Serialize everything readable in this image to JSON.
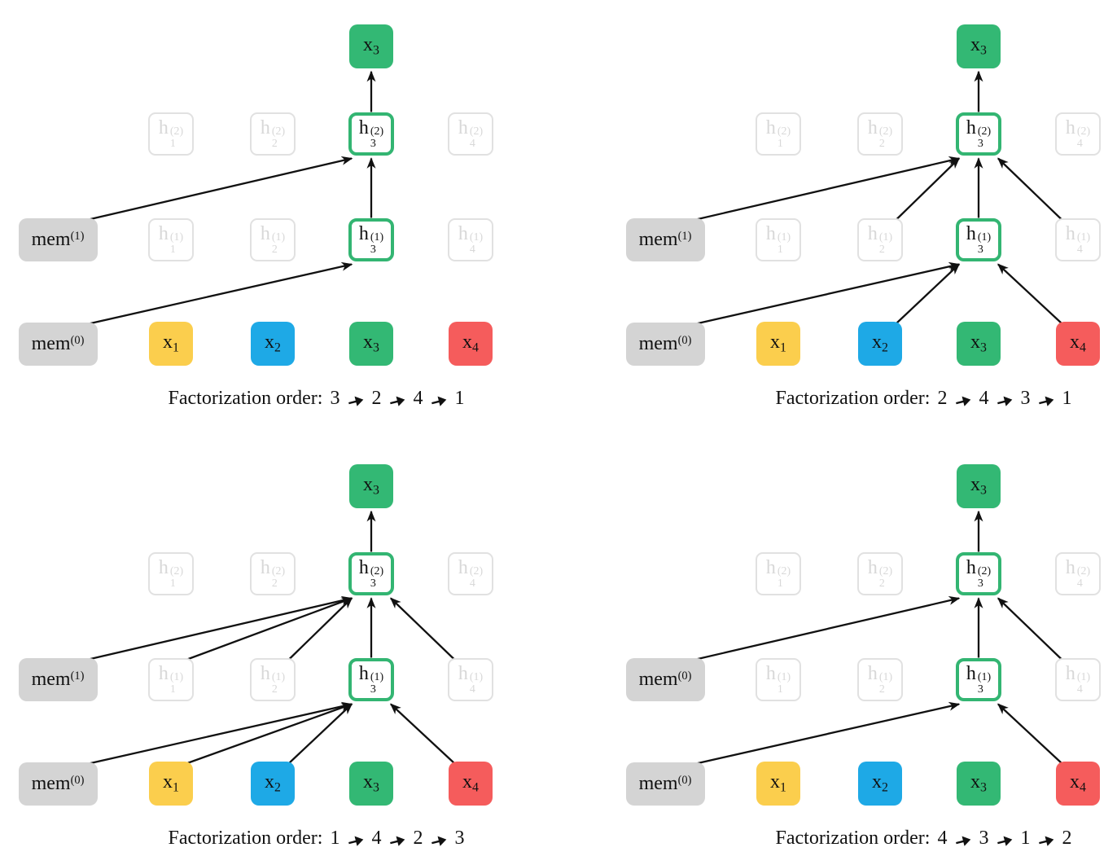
{
  "figure": {
    "background": "#ffffff",
    "colors": {
      "token_yellow": "#FBCE4D",
      "token_blue": "#1EA9E6",
      "token_green": "#33B874",
      "token_red": "#F55C5C",
      "memory_gray": "#D4D4D4",
      "ghost_border": "#E1E1E1",
      "ghost_text": "#D8D8D8",
      "active_border": "#33B572",
      "arrow_black": "#111111"
    },
    "icons": {
      "caption_arrow": "right-arrow"
    },
    "caption_prefix": "Factorization order:",
    "panels": [
      {
        "id": "top-left",
        "position": "top-left",
        "factorization_order": [
          "3",
          "2",
          "4",
          "1"
        ],
        "nodes": [
          {
            "id": "out",
            "row": "out",
            "col": "c3",
            "style": "token",
            "color": "token_green",
            "label": {
              "base": "x",
              "sub": "3"
            }
          },
          {
            "id": "h2_1",
            "row": "h2",
            "col": "c1",
            "style": "ghost",
            "label": {
              "base": "h",
              "sub": "1",
              "sup": "(2)"
            }
          },
          {
            "id": "h2_2",
            "row": "h2",
            "col": "c2",
            "style": "ghost",
            "label": {
              "base": "h",
              "sub": "2",
              "sup": "(2)"
            }
          },
          {
            "id": "h2_3",
            "row": "h2",
            "col": "c3",
            "style": "active",
            "label": {
              "base": "h",
              "sub": "3",
              "sup": "(2)"
            }
          },
          {
            "id": "h2_4",
            "row": "h2",
            "col": "c4",
            "style": "ghost",
            "label": {
              "base": "h",
              "sub": "4",
              "sup": "(2)"
            }
          },
          {
            "id": "mem1",
            "row": "h1",
            "col": "mem",
            "style": "mem",
            "label": {
              "base": "mem",
              "sup": "(1)"
            }
          },
          {
            "id": "h1_1",
            "row": "h1",
            "col": "c1",
            "style": "ghost",
            "label": {
              "base": "h",
              "sub": "1",
              "sup": "(1)"
            }
          },
          {
            "id": "h1_2",
            "row": "h1",
            "col": "c2",
            "style": "ghost",
            "label": {
              "base": "h",
              "sub": "2",
              "sup": "(1)"
            }
          },
          {
            "id": "h1_3",
            "row": "h1",
            "col": "c3",
            "style": "active",
            "label": {
              "base": "h",
              "sub": "3",
              "sup": "(1)"
            }
          },
          {
            "id": "h1_4",
            "row": "h1",
            "col": "c4",
            "style": "ghost",
            "label": {
              "base": "h",
              "sub": "4",
              "sup": "(1)"
            }
          },
          {
            "id": "mem0",
            "row": "x",
            "col": "mem",
            "style": "mem",
            "label": {
              "base": "mem",
              "sup": "(0)"
            }
          },
          {
            "id": "x1",
            "row": "x",
            "col": "c1",
            "style": "token",
            "color": "token_yellow",
            "label": {
              "base": "x",
              "sub": "1"
            }
          },
          {
            "id": "x2",
            "row": "x",
            "col": "c2",
            "style": "token",
            "color": "token_blue",
            "label": {
              "base": "x",
              "sub": "2"
            }
          },
          {
            "id": "x3",
            "row": "x",
            "col": "c3",
            "style": "token",
            "color": "token_green",
            "label": {
              "base": "x",
              "sub": "3"
            }
          },
          {
            "id": "x4",
            "row": "x",
            "col": "c4",
            "style": "token",
            "color": "token_red",
            "label": {
              "base": "x",
              "sub": "4"
            }
          }
        ],
        "edges": [
          {
            "from": "mem1",
            "to": "h2_3"
          },
          {
            "from": "h1_3",
            "to": "h2_3"
          },
          {
            "from": "mem0",
            "to": "h1_3"
          },
          {
            "from": "h2_3",
            "to": "out"
          }
        ]
      },
      {
        "id": "top-right",
        "position": "top-right",
        "factorization_order": [
          "2",
          "4",
          "3",
          "1"
        ],
        "nodes": [
          {
            "id": "out",
            "row": "out",
            "col": "c3",
            "style": "token",
            "color": "token_green",
            "label": {
              "base": "x",
              "sub": "3"
            }
          },
          {
            "id": "h2_1",
            "row": "h2",
            "col": "c1",
            "style": "ghost",
            "label": {
              "base": "h",
              "sub": "1",
              "sup": "(2)"
            }
          },
          {
            "id": "h2_2",
            "row": "h2",
            "col": "c2",
            "style": "ghost",
            "label": {
              "base": "h",
              "sub": "2",
              "sup": "(2)"
            }
          },
          {
            "id": "h2_3",
            "row": "h2",
            "col": "c3",
            "style": "active",
            "label": {
              "base": "h",
              "sub": "3",
              "sup": "(2)"
            }
          },
          {
            "id": "h2_4",
            "row": "h2",
            "col": "c4",
            "style": "ghost",
            "label": {
              "base": "h",
              "sub": "4",
              "sup": "(2)"
            }
          },
          {
            "id": "mem1",
            "row": "h1",
            "col": "mem",
            "style": "mem",
            "label": {
              "base": "mem",
              "sup": "(1)"
            }
          },
          {
            "id": "h1_1",
            "row": "h1",
            "col": "c1",
            "style": "ghost",
            "label": {
              "base": "h",
              "sub": "1",
              "sup": "(1)"
            }
          },
          {
            "id": "h1_2",
            "row": "h1",
            "col": "c2",
            "style": "ghost",
            "label": {
              "base": "h",
              "sub": "2",
              "sup": "(1)"
            }
          },
          {
            "id": "h1_3",
            "row": "h1",
            "col": "c3",
            "style": "active",
            "label": {
              "base": "h",
              "sub": "3",
              "sup": "(1)"
            }
          },
          {
            "id": "h1_4",
            "row": "h1",
            "col": "c4",
            "style": "ghost",
            "label": {
              "base": "h",
              "sub": "4",
              "sup": "(1)"
            }
          },
          {
            "id": "mem0",
            "row": "x",
            "col": "mem",
            "style": "mem",
            "label": {
              "base": "mem",
              "sup": "(0)"
            }
          },
          {
            "id": "x1",
            "row": "x",
            "col": "c1",
            "style": "token",
            "color": "token_yellow",
            "label": {
              "base": "x",
              "sub": "1"
            }
          },
          {
            "id": "x2",
            "row": "x",
            "col": "c2",
            "style": "token",
            "color": "token_blue",
            "label": {
              "base": "x",
              "sub": "2"
            }
          },
          {
            "id": "x3",
            "row": "x",
            "col": "c3",
            "style": "token",
            "color": "token_green",
            "label": {
              "base": "x",
              "sub": "3"
            }
          },
          {
            "id": "x4",
            "row": "x",
            "col": "c4",
            "style": "token",
            "color": "token_red",
            "label": {
              "base": "x",
              "sub": "4"
            }
          }
        ],
        "edges": [
          {
            "from": "mem1",
            "to": "h2_3"
          },
          {
            "from": "h1_2",
            "to": "h2_3"
          },
          {
            "from": "h1_3",
            "to": "h2_3"
          },
          {
            "from": "h1_4",
            "to": "h2_3"
          },
          {
            "from": "mem0",
            "to": "h1_3"
          },
          {
            "from": "x2",
            "to": "h1_3"
          },
          {
            "from": "x4",
            "to": "h1_3"
          },
          {
            "from": "h2_3",
            "to": "out"
          }
        ]
      },
      {
        "id": "bottom-left",
        "position": "bottom-left",
        "factorization_order": [
          "1",
          "4",
          "2",
          "3"
        ],
        "nodes": [
          {
            "id": "out",
            "row": "out",
            "col": "c3",
            "style": "token",
            "color": "token_green",
            "label": {
              "base": "x",
              "sub": "3"
            }
          },
          {
            "id": "h2_1",
            "row": "h2",
            "col": "c1",
            "style": "ghost",
            "label": {
              "base": "h",
              "sub": "1",
              "sup": "(2)"
            }
          },
          {
            "id": "h2_2",
            "row": "h2",
            "col": "c2",
            "style": "ghost",
            "label": {
              "base": "h",
              "sub": "2",
              "sup": "(2)"
            }
          },
          {
            "id": "h2_3",
            "row": "h2",
            "col": "c3",
            "style": "active",
            "label": {
              "base": "h",
              "sub": "3",
              "sup": "(2)"
            }
          },
          {
            "id": "h2_4",
            "row": "h2",
            "col": "c4",
            "style": "ghost",
            "label": {
              "base": "h",
              "sub": "4",
              "sup": "(2)"
            }
          },
          {
            "id": "mem1",
            "row": "h1",
            "col": "mem",
            "style": "mem",
            "label": {
              "base": "mem",
              "sup": "(1)"
            }
          },
          {
            "id": "h1_1",
            "row": "h1",
            "col": "c1",
            "style": "ghost",
            "label": {
              "base": "h",
              "sub": "1",
              "sup": "(1)"
            }
          },
          {
            "id": "h1_2",
            "row": "h1",
            "col": "c2",
            "style": "ghost",
            "label": {
              "base": "h",
              "sub": "2",
              "sup": "(1)"
            }
          },
          {
            "id": "h1_3",
            "row": "h1",
            "col": "c3",
            "style": "active",
            "label": {
              "base": "h",
              "sub": "3",
              "sup": "(1)"
            }
          },
          {
            "id": "h1_4",
            "row": "h1",
            "col": "c4",
            "style": "ghost",
            "label": {
              "base": "h",
              "sub": "4",
              "sup": "(1)"
            }
          },
          {
            "id": "mem0",
            "row": "x",
            "col": "mem",
            "style": "mem",
            "label": {
              "base": "mem",
              "sup": "(0)"
            }
          },
          {
            "id": "x1",
            "row": "x",
            "col": "c1",
            "style": "token",
            "color": "token_yellow",
            "label": {
              "base": "x",
              "sub": "1"
            }
          },
          {
            "id": "x2",
            "row": "x",
            "col": "c2",
            "style": "token",
            "color": "token_blue",
            "label": {
              "base": "x",
              "sub": "2"
            }
          },
          {
            "id": "x3",
            "row": "x",
            "col": "c3",
            "style": "token",
            "color": "token_green",
            "label": {
              "base": "x",
              "sub": "3"
            }
          },
          {
            "id": "x4",
            "row": "x",
            "col": "c4",
            "style": "token",
            "color": "token_red",
            "label": {
              "base": "x",
              "sub": "4"
            }
          }
        ],
        "edges": [
          {
            "from": "mem1",
            "to": "h2_3"
          },
          {
            "from": "h1_1",
            "to": "h2_3"
          },
          {
            "from": "h1_2",
            "to": "h2_3"
          },
          {
            "from": "h1_3",
            "to": "h2_3"
          },
          {
            "from": "h1_4",
            "to": "h2_3"
          },
          {
            "from": "mem0",
            "to": "h1_3"
          },
          {
            "from": "x1",
            "to": "h1_3"
          },
          {
            "from": "x2",
            "to": "h1_3"
          },
          {
            "from": "x4",
            "to": "h1_3"
          },
          {
            "from": "h2_3",
            "to": "out"
          }
        ]
      },
      {
        "id": "bottom-right",
        "position": "bottom-right",
        "factorization_order": [
          "4",
          "3",
          "1",
          "2"
        ],
        "nodes": [
          {
            "id": "out",
            "row": "out",
            "col": "c3",
            "style": "token",
            "color": "token_green",
            "label": {
              "base": "x",
              "sub": "3"
            }
          },
          {
            "id": "h2_1",
            "row": "h2",
            "col": "c1",
            "style": "ghost",
            "label": {
              "base": "h",
              "sub": "1",
              "sup": "(2)"
            }
          },
          {
            "id": "h2_2",
            "row": "h2",
            "col": "c2",
            "style": "ghost",
            "label": {
              "base": "h",
              "sub": "2",
              "sup": "(2)"
            }
          },
          {
            "id": "h2_3",
            "row": "h2",
            "col": "c3",
            "style": "active",
            "label": {
              "base": "h",
              "sub": "3",
              "sup": "(2)"
            }
          },
          {
            "id": "h2_4",
            "row": "h2",
            "col": "c4",
            "style": "ghost",
            "label": {
              "base": "h",
              "sub": "4",
              "sup": "(2)"
            }
          },
          {
            "id": "mem1",
            "row": "h1",
            "col": "mem",
            "style": "mem",
            "label": {
              "base": "mem",
              "sup": "(0)"
            }
          },
          {
            "id": "h1_1",
            "row": "h1",
            "col": "c1",
            "style": "ghost",
            "label": {
              "base": "h",
              "sub": "1",
              "sup": "(1)"
            }
          },
          {
            "id": "h1_2",
            "row": "h1",
            "col": "c2",
            "style": "ghost",
            "label": {
              "base": "h",
              "sub": "2",
              "sup": "(1)"
            }
          },
          {
            "id": "h1_3",
            "row": "h1",
            "col": "c3",
            "style": "active",
            "label": {
              "base": "h",
              "sub": "3",
              "sup": "(1)"
            }
          },
          {
            "id": "h1_4",
            "row": "h1",
            "col": "c4",
            "style": "ghost",
            "label": {
              "base": "h",
              "sub": "4",
              "sup": "(1)"
            }
          },
          {
            "id": "mem0",
            "row": "x",
            "col": "mem",
            "style": "mem",
            "label": {
              "base": "mem",
              "sup": "(0)"
            }
          },
          {
            "id": "x1",
            "row": "x",
            "col": "c1",
            "style": "token",
            "color": "token_yellow",
            "label": {
              "base": "x",
              "sub": "1"
            }
          },
          {
            "id": "x2",
            "row": "x",
            "col": "c2",
            "style": "token",
            "color": "token_blue",
            "label": {
              "base": "x",
              "sub": "2"
            }
          },
          {
            "id": "x3",
            "row": "x",
            "col": "c3",
            "style": "token",
            "color": "token_green",
            "label": {
              "base": "x",
              "sub": "3"
            }
          },
          {
            "id": "x4",
            "row": "x",
            "col": "c4",
            "style": "token",
            "color": "token_red",
            "label": {
              "base": "x",
              "sub": "4"
            }
          }
        ],
        "edges": [
          {
            "from": "mem1",
            "to": "h2_3"
          },
          {
            "from": "h1_3",
            "to": "h2_3"
          },
          {
            "from": "h1_4",
            "to": "h2_3"
          },
          {
            "from": "mem0",
            "to": "h1_3"
          },
          {
            "from": "x4",
            "to": "h1_3"
          },
          {
            "from": "h2_3",
            "to": "out"
          }
        ]
      }
    ]
  }
}
